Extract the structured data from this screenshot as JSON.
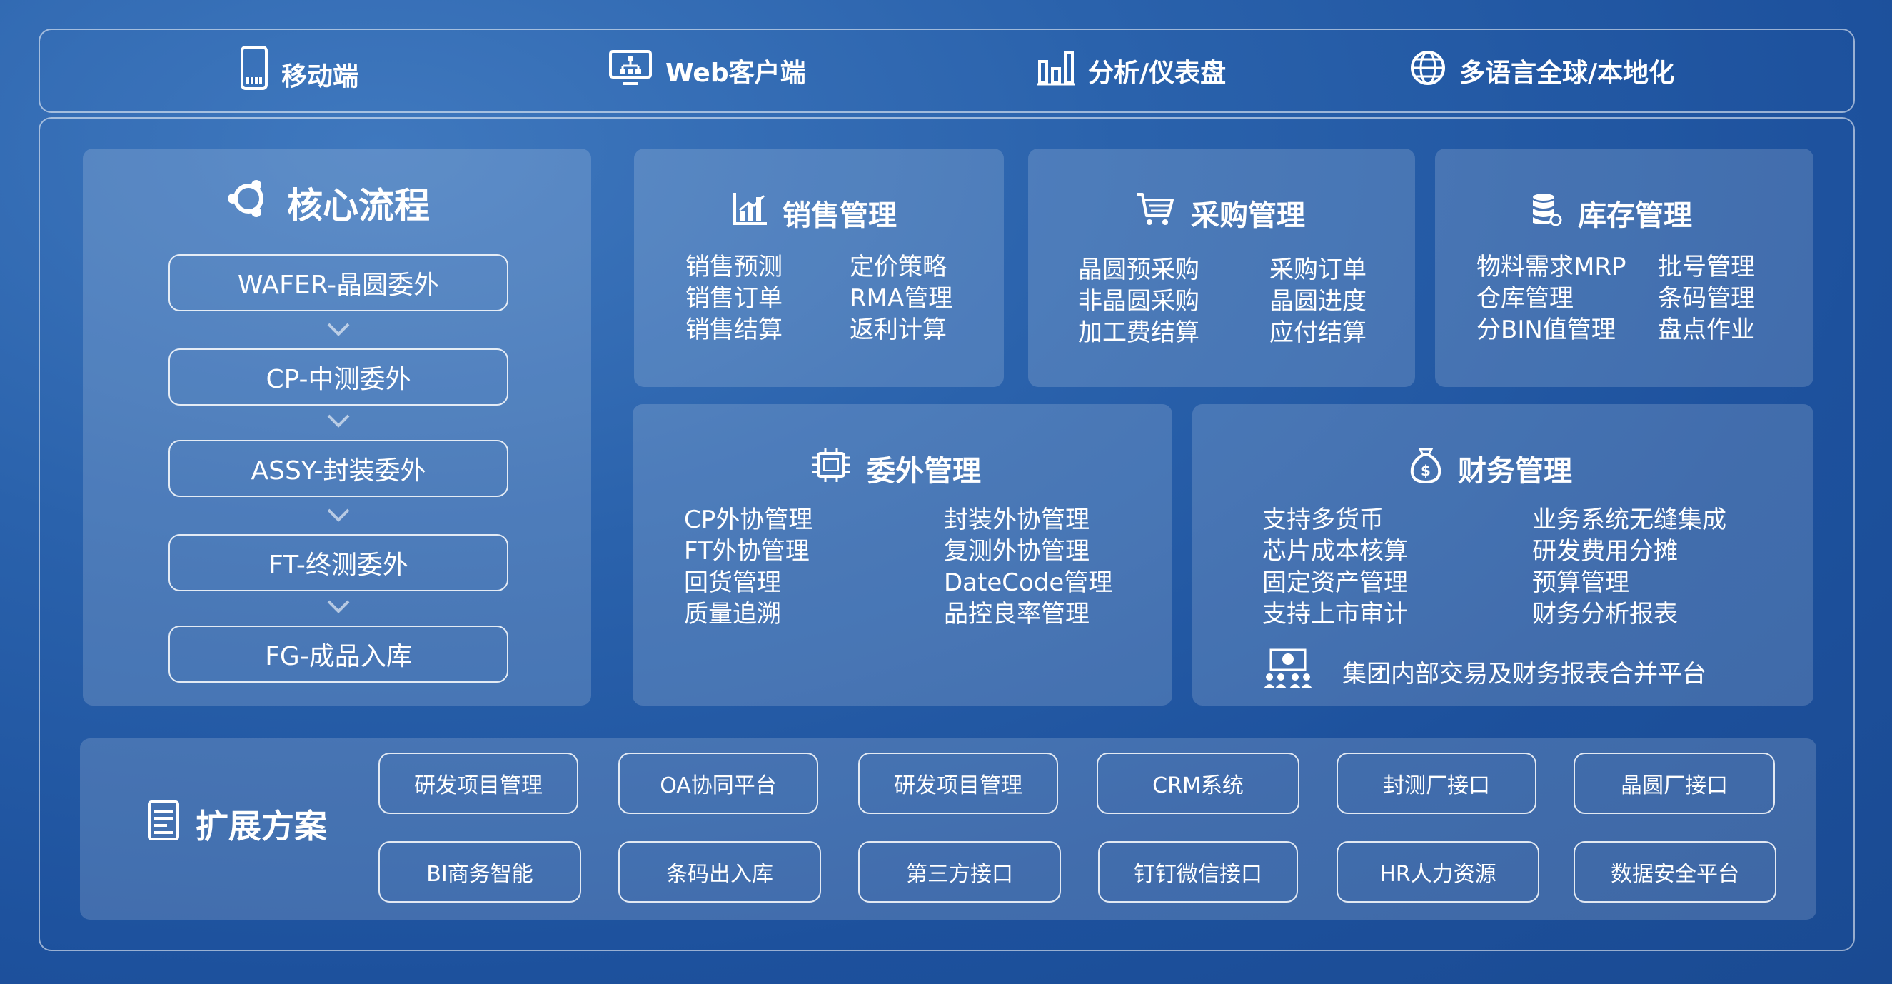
{
  "topbar": {
    "items": [
      {
        "label": "移动端",
        "icon": "mobile-phone-icon"
      },
      {
        "label": "Web客户端",
        "icon": "monitor-network-icon"
      },
      {
        "label": "分析/仪表盘",
        "icon": "bar-chart-icon"
      },
      {
        "label": "多语言全球/本地化",
        "icon": "globe-icon"
      }
    ]
  },
  "core": {
    "title": "核心流程",
    "icon": "ubuntu-cycle-icon",
    "steps": [
      "WAFER-晶圆委外",
      "CP-中测委外",
      "ASSY-封装委外",
      "FT-终测委外",
      "FG-成品入库"
    ]
  },
  "sales": {
    "title": "销售管理",
    "icon": "bar-chart-icon",
    "left": [
      "销售预测",
      "销售订单",
      "销售结算"
    ],
    "right": [
      "定价策略",
      "RMA管理",
      "返利计算"
    ]
  },
  "purchase": {
    "title": "采购管理",
    "icon": "shopping-cart-icon",
    "left": [
      "晶圆预采购",
      "非晶圆采购",
      "加工费结算"
    ],
    "right": [
      "采购订单",
      "晶圆进度",
      "应付结算"
    ]
  },
  "inventory": {
    "title": "库存管理",
    "icon": "database-icon",
    "left": [
      "物料需求MRP",
      "仓库管理",
      "分BIN值管理"
    ],
    "right": [
      "批号管理",
      "条码管理",
      "盘点作业"
    ]
  },
  "outsource": {
    "title": "委外管理",
    "icon": "chip-icon",
    "left": [
      "CP外协管理",
      "FT外协管理",
      "回货管理",
      "质量追溯"
    ],
    "right": [
      "封装外协管理",
      "复测外协管理",
      "DateCode管理",
      "品控良率管理"
    ]
  },
  "finance": {
    "title": "财务管理",
    "icon": "money-bag-icon",
    "left": [
      "支持多货币",
      "芯片成本核算",
      "固定资产管理",
      "支持上市审计"
    ],
    "right": [
      "业务系统无缝集成",
      "研发费用分摊",
      "预算管理",
      "财务分析报表"
    ],
    "footer": "集团内部交易及财务报表合并平台",
    "footer_icon": "presentation-team-icon"
  },
  "extension": {
    "title": "扩展方案",
    "icon": "document-icon",
    "row1": [
      "研发项目管理",
      "OA协同平台",
      "研发项目管理",
      "CRM系统",
      "封测厂接口",
      "晶圆厂接口"
    ],
    "row2": [
      "BI商务智能",
      "条码出入库",
      "第三方接口",
      "钉钉微信接口",
      "HR人力资源",
      "数据安全平台"
    ]
  }
}
